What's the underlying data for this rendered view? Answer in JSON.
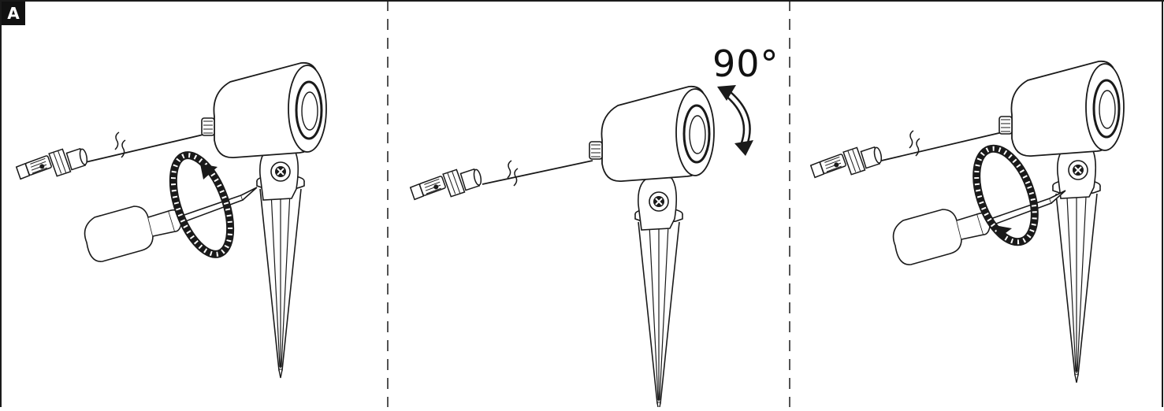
{
  "figure": {
    "panel_label": "A",
    "angle_label": "90°",
    "steps": [
      {
        "id": "loosen-screw",
        "rotation": "counter-clockwise"
      },
      {
        "id": "adjust-angle",
        "rotation": "tilt"
      },
      {
        "id": "tighten-screw",
        "rotation": "clockwise"
      }
    ],
    "colors": {
      "line": "#1a1a1a",
      "background": "#ffffff",
      "badge": "#111111"
    }
  }
}
